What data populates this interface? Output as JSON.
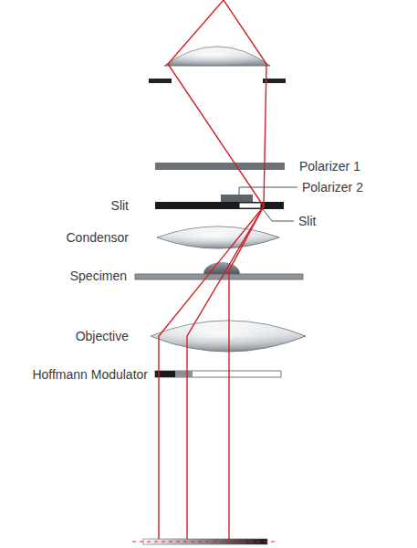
{
  "diagram": {
    "labels": [
      "Polarizer 1",
      "Polarizer 2",
      "Slit",
      "Slit",
      "Condensor",
      "Specimen",
      "Objective",
      "Hoffmann Modulator"
    ]
  }
}
